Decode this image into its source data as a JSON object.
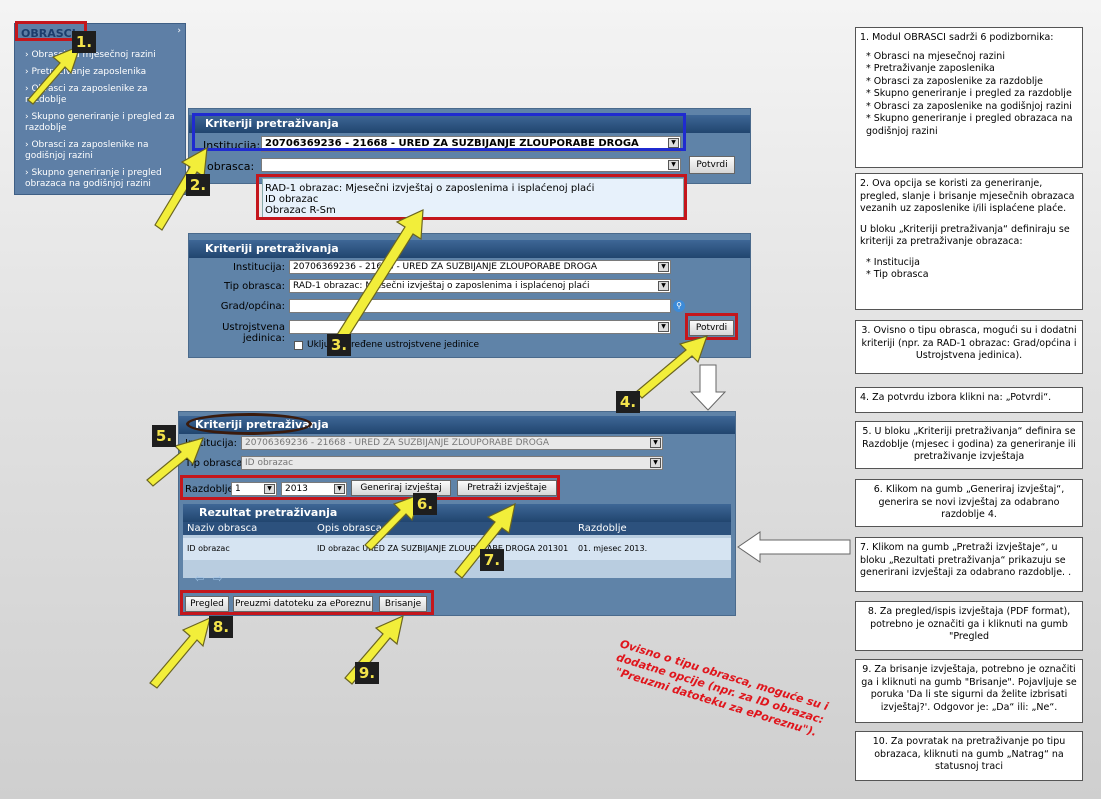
{
  "menu": {
    "title": "OBRASCI",
    "items": [
      "Obrasci na mjesečnoj razini",
      "Pretraživanje zaposlenika",
      "Obrasci za zaposlenike za razdoblje",
      "Skupno generiranje i pregled za razdoblje",
      "Obrasci za zaposlenike na godišnjoj razini",
      "Skupno generiranje i pregled obrazaca na godišnjoj razini"
    ]
  },
  "panel1": {
    "title": "Kriteriji pretraživanja",
    "institucija_label": "Institucija:",
    "institucija_value": "20706369236 - 21668 - URED ZA SUZBIJANJE ZLOUPORABE DROGA",
    "obrasca_label": "obrasca:",
    "potvrdi": "Potvrdi",
    "options": [
      "RAD-1 obrazac: Mjesečni izvještaj o zaposlenima i isplaćenoj plaći",
      "ID obrazac",
      "Obrazac R-Sm"
    ]
  },
  "panel2": {
    "title": "Kriteriji pretraživanja",
    "institucija_label": "Institucija:",
    "institucija_value": "20706369236 - 21668 - URED ZA SUZBIJANJE ZLOUPORABE DROGA",
    "tip_label": "Tip obrasca:",
    "tip_value": "RAD-1 obrazac: Mjesečni izvještaj o zaposlenima i isplaćenoj plaći",
    "grad_label": "Grad/općina:",
    "ustroj_label": "Ustrojstvena jedinica:",
    "potvrdi": "Potvrdi",
    "checkbox_label": "Uključi određene ustrojstvene jedinice"
  },
  "panel3": {
    "title": "Kriteriji pretraživanja",
    "institucija_label": "Institucija:",
    "institucija_value": "20706369236 - 21668 - URED ZA SUZBIJANJE ZLOUPORABE DROGA",
    "tip_label": "Tip obrasca:",
    "tip_value": "ID obrazac",
    "razdoblje_label": "Razdoblje:",
    "month": "1",
    "year": "2013",
    "generiraj": "Generiraj izvještaj",
    "pretrazi": "Pretraži izvještaje",
    "results_title": "Rezultat pretraživanja",
    "columns": [
      "Naziv obrasca",
      "Opis obrasca",
      "Razdoblje"
    ],
    "rows": [
      [
        "ID obrazac",
        "ID obrazac URED ZA SUZBIJANJE ZLOUPORABE DROGA 201301",
        "01. mjesec 2013."
      ]
    ],
    "pregled": "Pregled",
    "preuzmi": "Preuzmi datoteku za ePoreznu",
    "brisanje": "Brisanje"
  },
  "markers": [
    "1.",
    "2.",
    "3.",
    "4.",
    "5.",
    "6.",
    "7.",
    "8.",
    "9."
  ],
  "red_note": "Ovisno o tipu obrasca, moguće su i dodatne opcije (npr. za ID obrazac: \"Preuzmi datoteku za ePoreznu\").",
  "notes": {
    "n1_title": "1. Modul OBRASCI sadrži 6 podizbornika:",
    "n1_items": [
      "*  Obrasci na mjesečnoj razini",
      "*  Pretraživanje zaposlenika",
      "*  Obrasci za zaposlenike za razdoblje",
      "*  Skupno generiranje i pregled za razdoblje",
      "*  Obrasci za zaposlenike na godišnjoj razini",
      "*  Skupno generiranje i pregled obrazaca na godišnjoj razini"
    ],
    "n2": "2. Ova opcija se koristi za generiranje, pregled, slanje i brisanje mjesečnih obrazaca vezanih uz zaposlenike i/ili isplaćene plaće.",
    "n2b": "U bloku „Kriteriji pretraživanja“ definiraju se kriteriji za pretraživanje obrazaca:",
    "n2_items": [
      "*  Institucija",
      "* Tip obrasca"
    ],
    "n3": "3. Ovisno o tipu obrasca, mogući su i dodatni kriteriji (npr. za RAD-1 obrazac: Grad/općina i Ustrojstvena jedinica).",
    "n4": "4. Za potvrdu izbora klikni na: „Potvrdi“.",
    "n5": "5. U bloku „Kriteriji pretraživanja“ definira se Razdoblje (mjesec i godina) za generiranje ili pretraživanje izvještaja",
    "n6": "6. Klikom na gumb „Generiraj izvještaj“, generira se novi izvještaj za odabrano razdoblje 4.",
    "n7": "7. Klikom na gumb „Pretraži izvještaje“, u bloku „Rezultati pretraživanja“ prikazuju se generirani izvještaji za odabrano razdoblje. .",
    "n8": "8. Za pregled/ispis izvještaja (PDF format), potrebno je označiti ga i kliknuti na gumb \"Pregled",
    "n9": "9. Za brisanje izvještaja, potrebno je označiti ga i kliknuti na gumb \"Brisanje\". Pojavljuje se poruka 'Da li ste sigurni da želite izbrisati izvještaj?'. Odgovor je:  „Da“ ili: „Ne“.",
    "n10": "10. Za povratak na pretraživanje po tipu obrazaca, kliknuti na gumb „Natrag“ na statusnoj traci"
  },
  "colors": {
    "arrow": "#f2ee3a",
    "red": "#c4161c",
    "panel": "#5f83a8",
    "header": "#2c517d"
  }
}
